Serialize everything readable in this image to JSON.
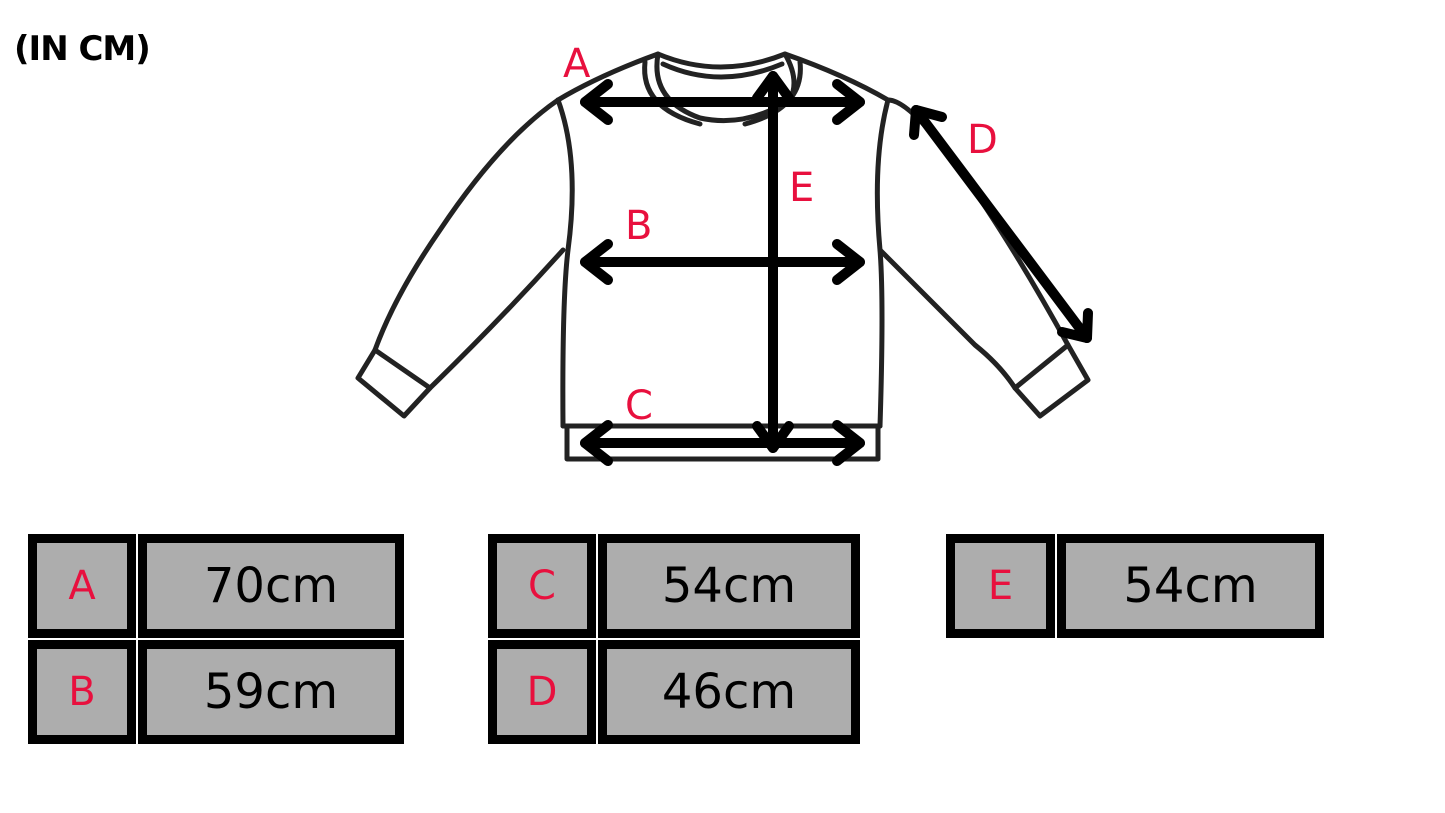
{
  "header": {
    "unit_label": "(IN CM)"
  },
  "diagram": {
    "garment": "crew-neck sweatshirt",
    "labels": {
      "A": "A",
      "B": "B",
      "C": "C",
      "D": "D",
      "E": "E"
    }
  },
  "measurements": {
    "columns": [
      {
        "rows": [
          {
            "key": "A",
            "value": "70cm"
          },
          {
            "key": "B",
            "value": "59cm"
          }
        ]
      },
      {
        "rows": [
          {
            "key": "C",
            "value": "54cm"
          },
          {
            "key": "D",
            "value": "46cm"
          }
        ]
      },
      {
        "rows": [
          {
            "key": "E",
            "value": "54cm"
          }
        ]
      }
    ]
  },
  "colors": {
    "label_accent": "#e8103e",
    "cell_fill": "#adadad",
    "cell_border": "#000000",
    "outline": "#222222"
  }
}
